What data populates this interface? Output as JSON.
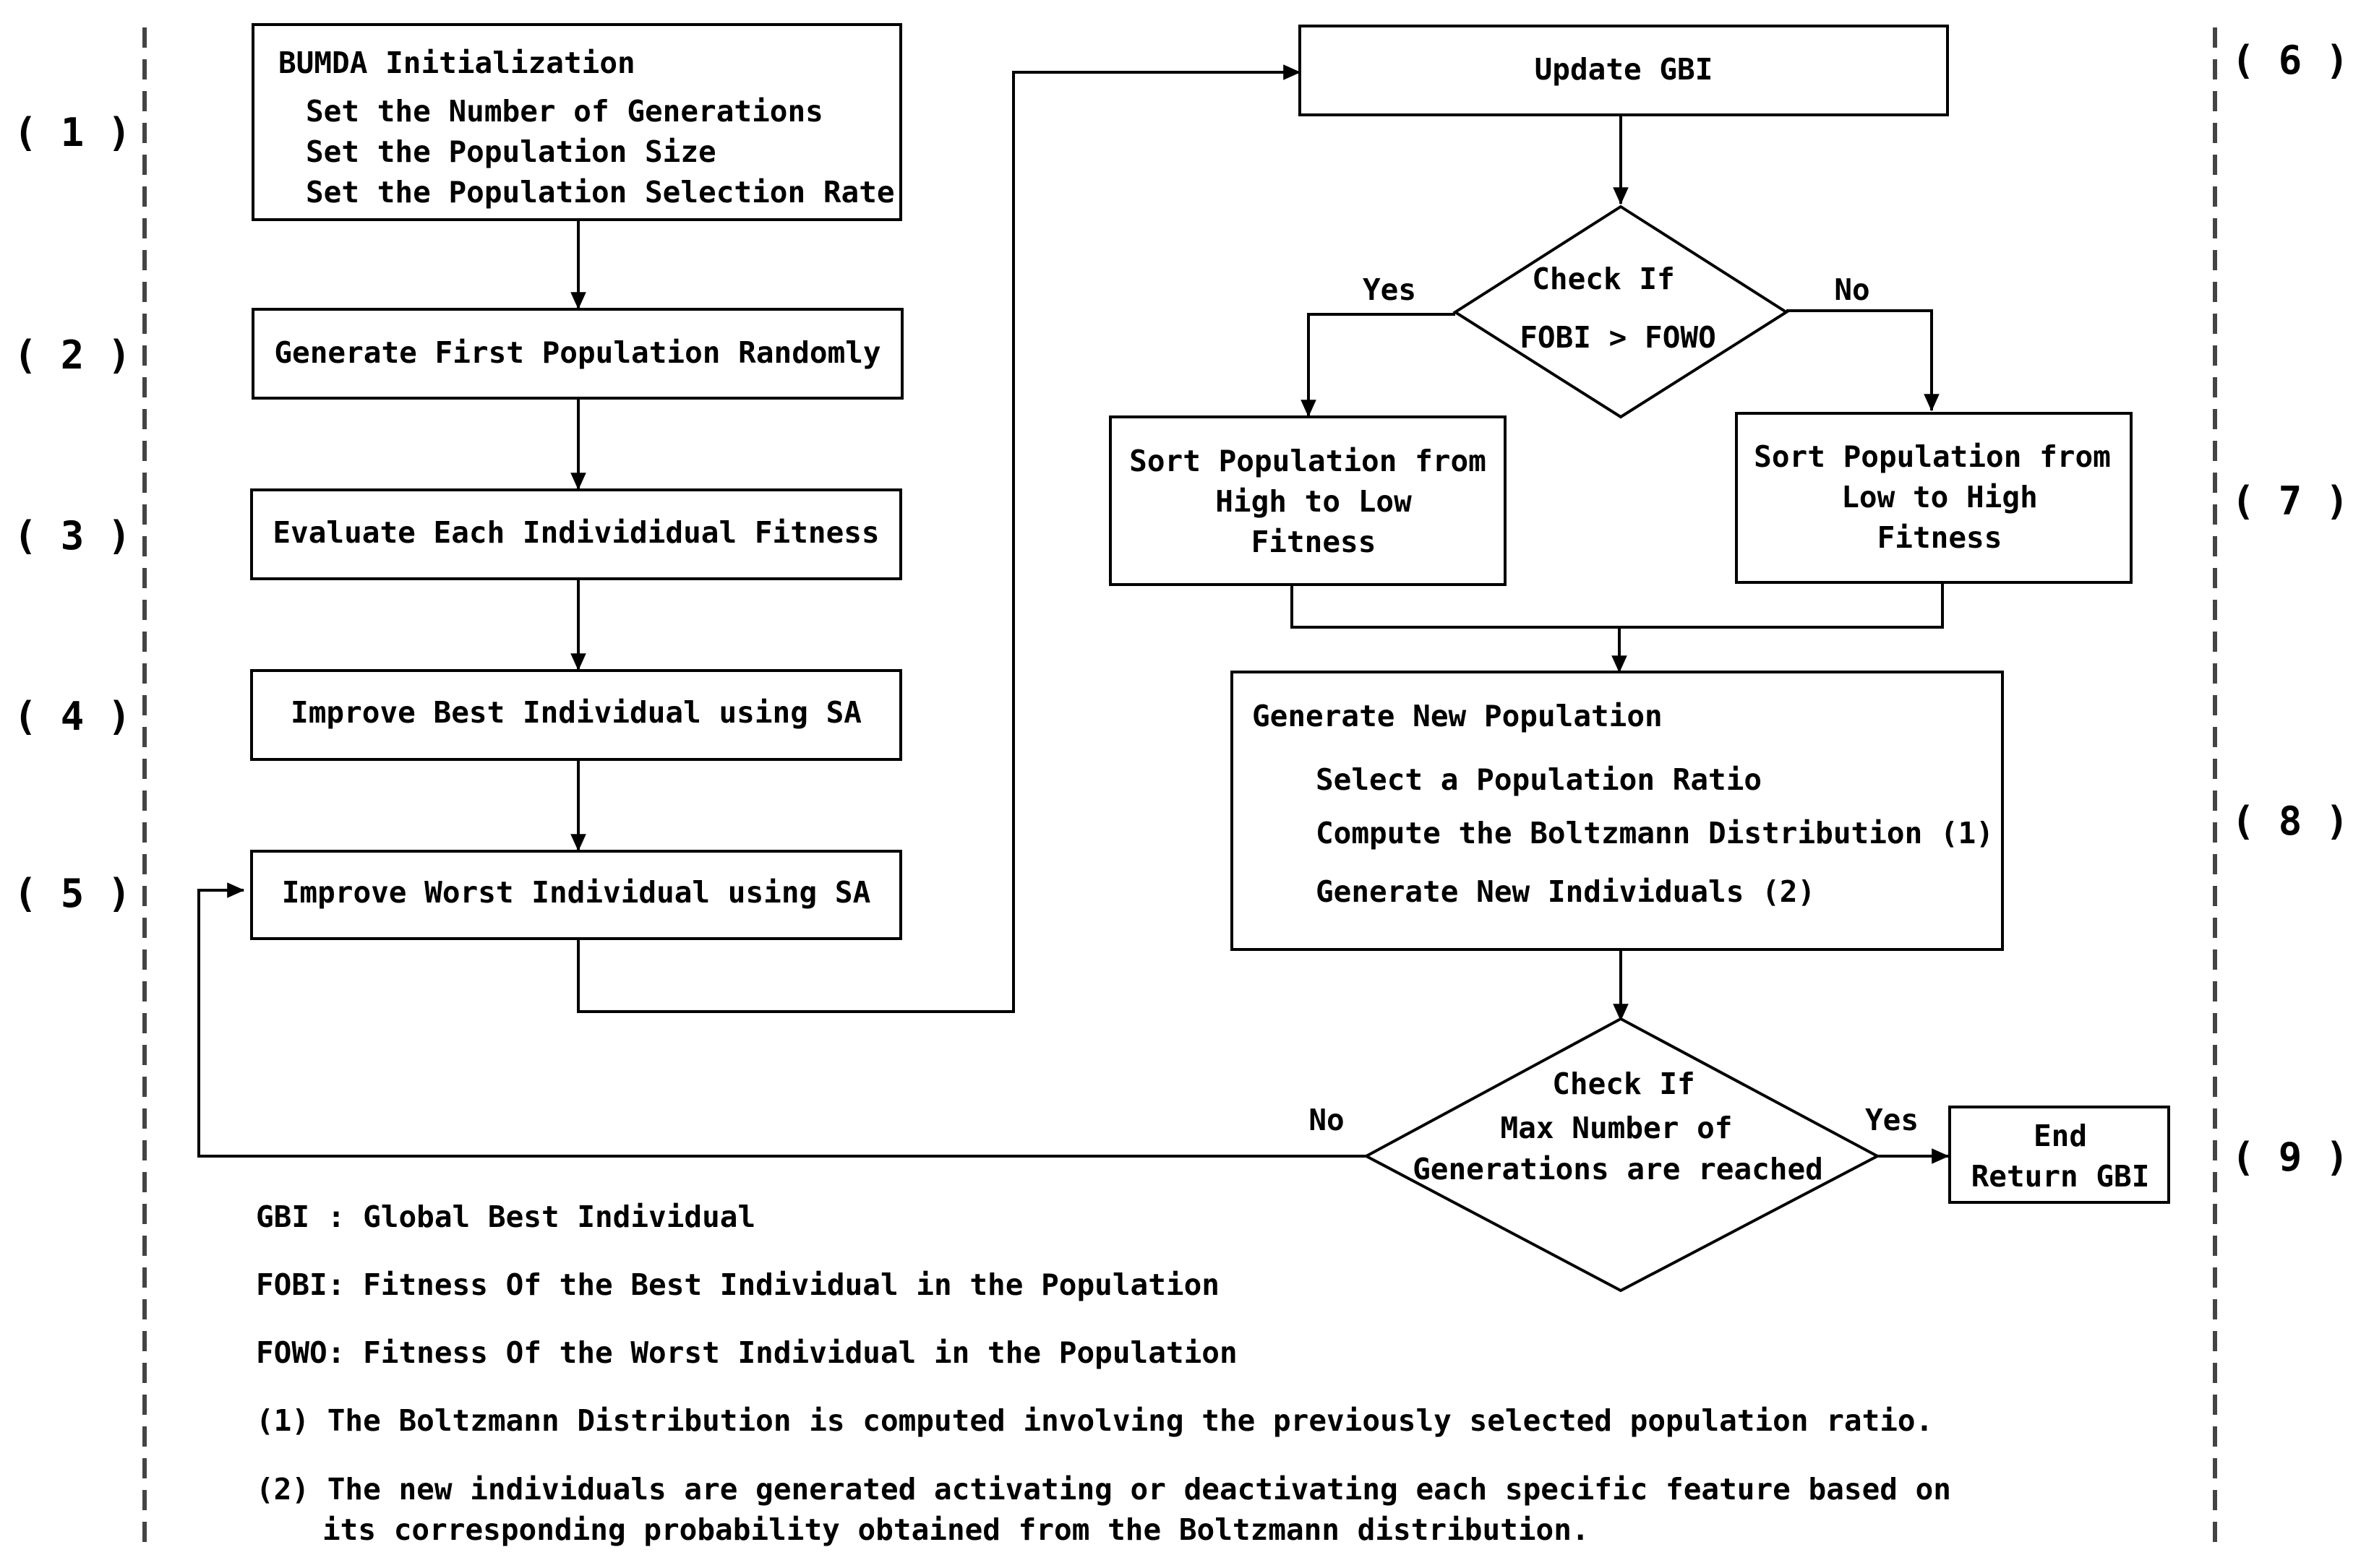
{
  "steps": {
    "s1": "( 1 )",
    "s2": "( 2 )",
    "s3": "( 3 )",
    "s4": "( 4 )",
    "s5": "( 5 )",
    "s6": "( 6 )",
    "s7": "( 7 )",
    "s8": "( 8 )",
    "s9": "( 9 )"
  },
  "init": {
    "title": "BUMDA Initialization",
    "items": [
      "Set the Number of Generations",
      "Set the Population Size",
      "Set the Population Selection Rate"
    ]
  },
  "generate_first": "Generate First Population Randomly",
  "evaluate": "Evaluate Each Individidual Fitness",
  "improve_best": "Improve Best Individual using SA",
  "improve_worst": "Improve Worst Individual using SA",
  "update_gbi": "Update GBI",
  "check_fitness": {
    "line1": "Check If",
    "line2": "FOBI > FOWO"
  },
  "branch": {
    "yes": "Yes",
    "no": "No"
  },
  "sort_high_low": [
    "Sort Population from",
    "High to Low",
    "Fitness"
  ],
  "sort_low_high": [
    "Sort Population from",
    "Low to High",
    "Fitness"
  ],
  "new_population": {
    "title": "Generate New Population",
    "items": [
      "Select a Population Ratio",
      "Compute the Boltzmann Distribution (1)",
      "Generate New Individuals (2)"
    ]
  },
  "check_max": {
    "line1": "Check If",
    "line2": "Max Number of",
    "line3": "Generations are reached"
  },
  "end": {
    "line1": "End",
    "line2": "Return GBI"
  },
  "legend": {
    "gbi": "GBI : Global Best Individual",
    "fobi": "FOBI: Fitness Of the Best Individual in the Population",
    "fowo": "FOWO: Fitness Of the Worst Individual in the Population",
    "note1": "(1) The Boltzmann Distribution is computed involving the previously selected population ratio.",
    "note2a": "(2) The new individuals are generated activating or deactivating each specific feature based on",
    "note2b": "its corresponding probability obtained from the Boltzmann distribution."
  }
}
